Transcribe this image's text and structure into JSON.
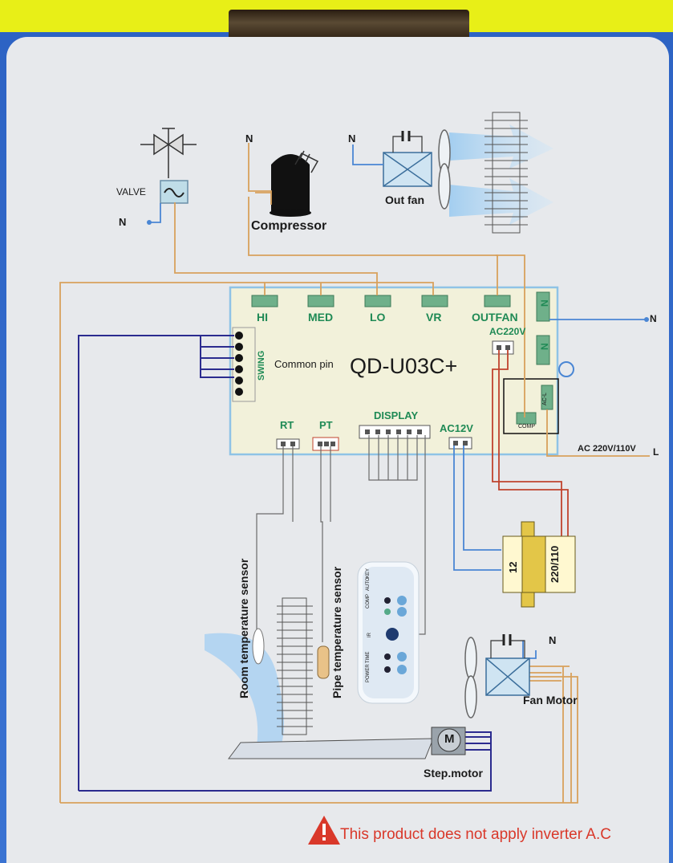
{
  "board": {
    "model": "QD-U03C+",
    "terminals": {
      "hi": "HI",
      "med": "MED",
      "lo": "LO",
      "vr": "VR",
      "outfan": "OUTFAN",
      "ac220v": "AC220V",
      "rt": "RT",
      "pt": "PT",
      "display": "DISPLAY",
      "ac12v": "AC12V",
      "swing": "SWING",
      "n1": "N",
      "n2": "N",
      "acl": "AC-L",
      "comp": "COMP"
    },
    "common_pin": "Common pin"
  },
  "components": {
    "valve": "VALVE",
    "compressor": "Compressor",
    "out_fan": "Out fan",
    "fan_motor": "Fan Motor",
    "step_motor": "Step.motor",
    "step_motor_letter": "M",
    "room_sensor": "Room temperature sensor",
    "pipe_sensor": "Pipe temperature sensor",
    "transformer_primary": "220/110",
    "transformer_secondary": "12"
  },
  "labels": {
    "n": "N",
    "ac_input": "AC 220V/110V",
    "l": "L"
  },
  "display_panel": {
    "top_row": [
      "COMP",
      "AUTO",
      "KEY"
    ],
    "bottom_row": [
      "POWER",
      "TIME"
    ],
    "ir": "IR"
  },
  "warning": {
    "text": "This product does not apply inverter A.C",
    "color": "#d9382a"
  },
  "colors": {
    "background_top": "#e8ef17",
    "background": "#2f66c8",
    "card": "#e7e9ec",
    "board": "#f2f1da",
    "wire_orange": "#d8a15c",
    "wire_blue": "#4a86d4",
    "wire_navy": "#2b2b8f",
    "wire_red": "#c0432e",
    "terminal_green": "#6fb08a"
  }
}
